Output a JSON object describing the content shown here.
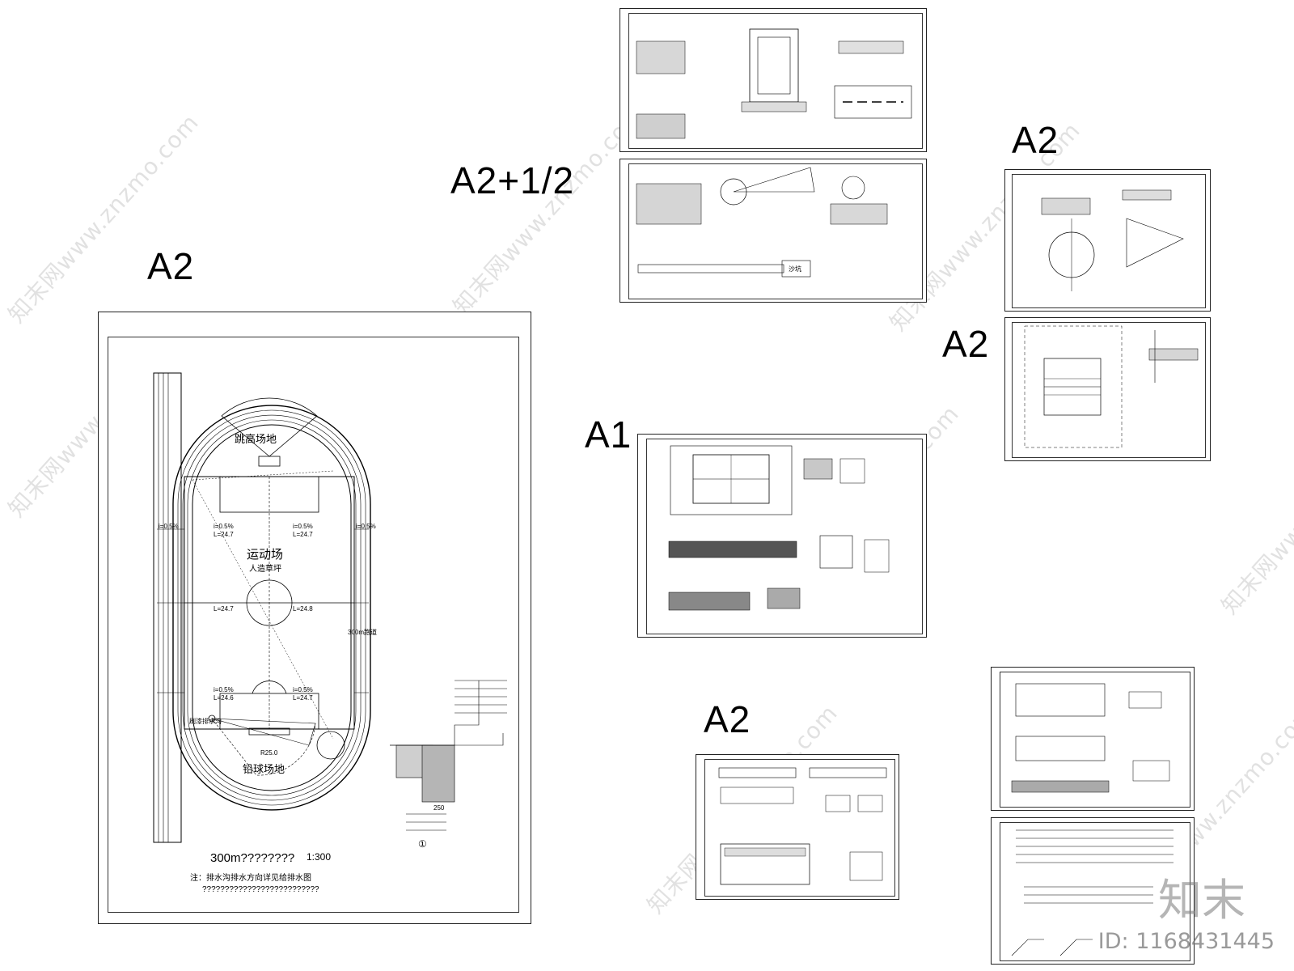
{
  "sheet_size_labels": [
    "A2",
    "A2+1/2",
    "A2",
    "A2",
    "A1",
    "A2"
  ],
  "track_plan": {
    "high_jump": "跳高场地",
    "field": "运动场",
    "field_sub": "人造草坪",
    "shot_put": "铅球场地",
    "title": "300m????????",
    "scale": "1:300",
    "note1": "注：排水沟排水方向详见给排水图",
    "note2": "??????????????????????????",
    "lane_label": "300m跑道",
    "drain_label": "刷漆排水沟",
    "slopes": [
      "i=0.5%",
      "i=0.5%",
      "i=0.5%",
      "i=0.5%",
      "i=0.5%",
      "i=0.5%"
    ],
    "lengths": [
      "L=24.7",
      "L=24.7",
      "L=24.7",
      "L=24.6",
      "L=24.7",
      "L=24.8"
    ],
    "radius": "R25.0",
    "detail_no": "①",
    "detail_dim": "250"
  },
  "sandpit_label": "沙坑",
  "watermark": "知末网www.znzmo.com",
  "brand": "知末",
  "brand_id": "ID: 1168431445"
}
